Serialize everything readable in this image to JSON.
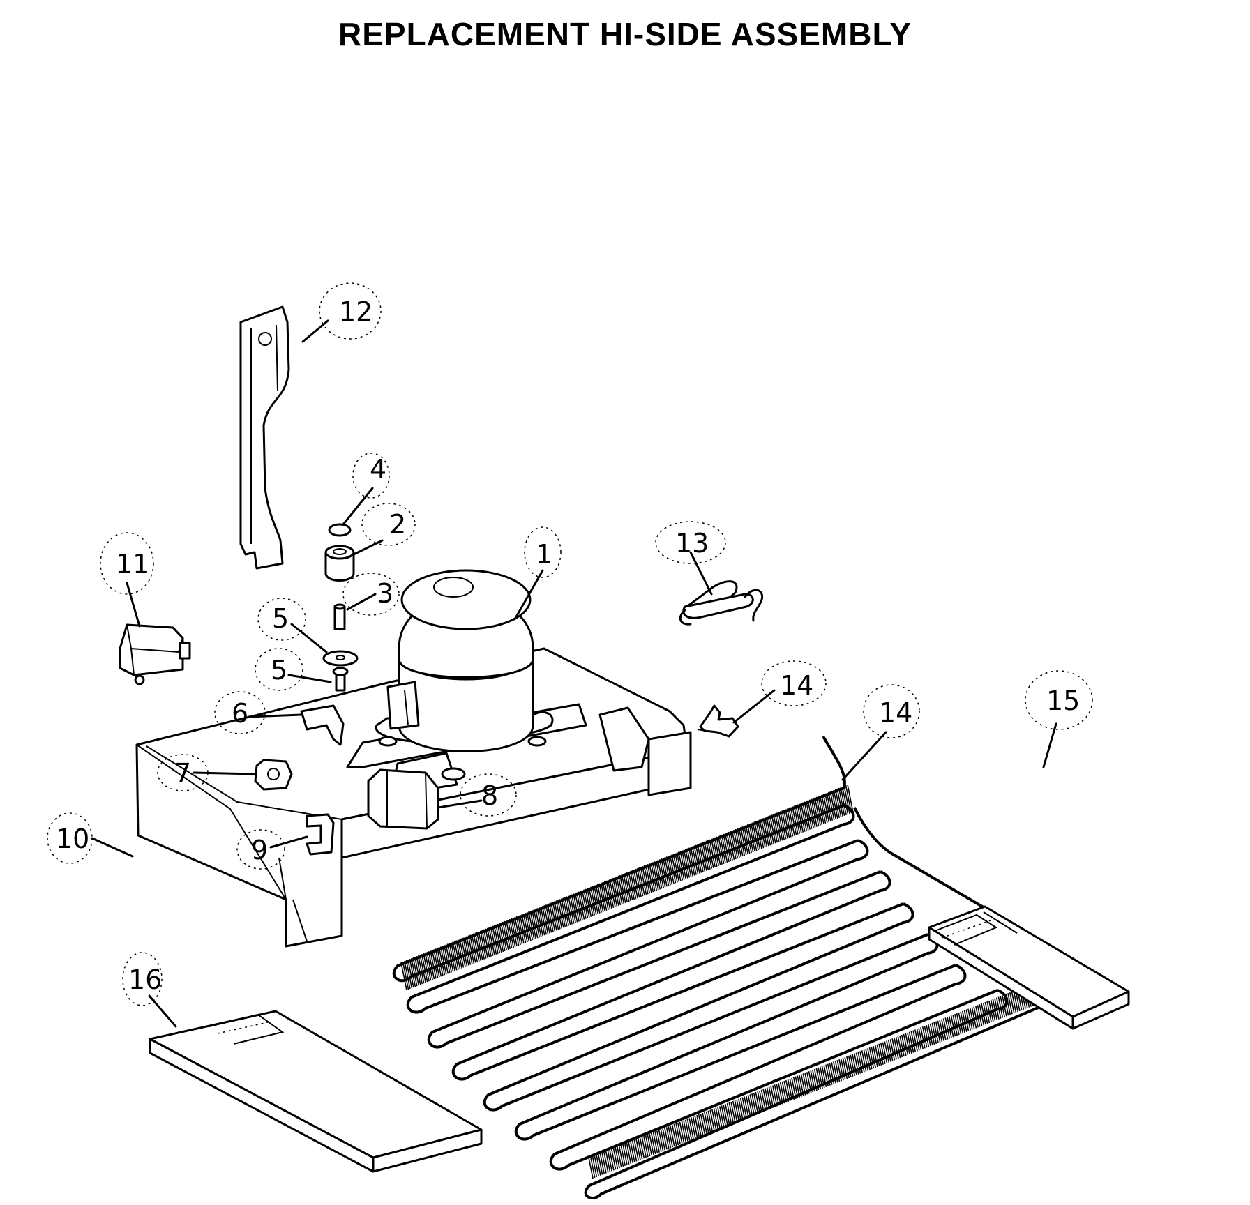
{
  "title": "REPLACEMENT HI-SIDE ASSEMBLY",
  "callouts": [
    {
      "id": "c1",
      "label": "1"
    },
    {
      "id": "c2",
      "label": "2"
    },
    {
      "id": "c3",
      "label": "3"
    },
    {
      "id": "c4",
      "label": "4"
    },
    {
      "id": "c5a",
      "label": "5"
    },
    {
      "id": "c5b",
      "label": "5"
    },
    {
      "id": "c6",
      "label": "6"
    },
    {
      "id": "c7",
      "label": "7"
    },
    {
      "id": "c8",
      "label": "8"
    },
    {
      "id": "c9",
      "label": "9"
    },
    {
      "id": "c10",
      "label": "10"
    },
    {
      "id": "c11",
      "label": "11"
    },
    {
      "id": "c12",
      "label": "12"
    },
    {
      "id": "c13",
      "label": "13"
    },
    {
      "id": "c14a",
      "label": "14"
    },
    {
      "id": "c14b",
      "label": "14"
    },
    {
      "id": "c15",
      "label": "15"
    },
    {
      "id": "c16",
      "label": "16"
    }
  ]
}
